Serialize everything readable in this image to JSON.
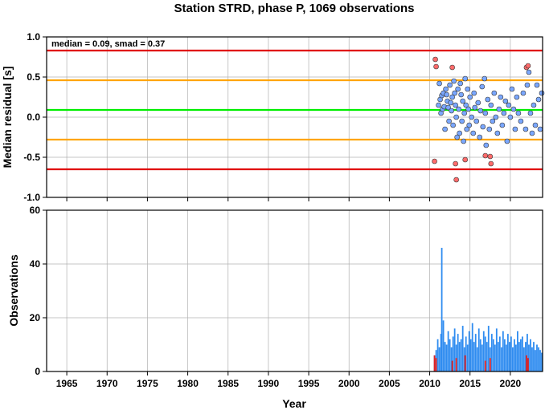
{
  "chart_data": [
    {
      "type": "scatter",
      "title": "Station STRD, phase P, 1069 observations",
      "ylabel": "Median residual [s]",
      "annotation": "median = 0.09, smad = 0.37",
      "xlim": [
        1962.5,
        2024
      ],
      "ylim": [
        -1.0,
        1.0
      ],
      "yticks": [
        "1.0",
        "0.5",
        "0.0",
        "-0.5",
        "-1.0"
      ],
      "ytick_values": [
        1.0,
        0.5,
        0.0,
        -0.5,
        -1.0
      ],
      "grid": true,
      "reference_lines": [
        {
          "y": 0.09,
          "color": "#00ee00",
          "role": "median"
        },
        {
          "y": 0.46,
          "color": "#ffa500",
          "role": "median + smad"
        },
        {
          "y": -0.28,
          "color": "#ffa500",
          "role": "median - smad"
        },
        {
          "y": 0.83,
          "color": "#e00000",
          "role": "median + 2 smad"
        },
        {
          "y": -0.65,
          "color": "#e00000",
          "role": "median - 2 smad"
        }
      ],
      "series": [
        {
          "role": "inlier",
          "color": "#7aa7ff",
          "points": [
            [
              2011.1,
              0.15
            ],
            [
              2011.2,
              0.42
            ],
            [
              2011.3,
              0.22
            ],
            [
              2011.4,
              0.05
            ],
            [
              2011.5,
              0.27
            ],
            [
              2011.6,
              0.1
            ],
            [
              2011.7,
              0.3
            ],
            [
              2011.8,
              0.13
            ],
            [
              2011.9,
              -0.15
            ],
            [
              2012.0,
              0.35
            ],
            [
              2012.1,
              0.28
            ],
            [
              2012.2,
              0.2
            ],
            [
              2012.3,
              0.12
            ],
            [
              2012.4,
              -0.05
            ],
            [
              2012.5,
              0.4
            ],
            [
              2012.6,
              0.18
            ],
            [
              2012.7,
              0.08
            ],
            [
              2012.8,
              0.25
            ],
            [
              2012.9,
              -0.1
            ],
            [
              2013.0,
              0.45
            ],
            [
              2013.1,
              0.3
            ],
            [
              2013.2,
              0.15
            ],
            [
              2013.3,
              0.0
            ],
            [
              2013.4,
              -0.25
            ],
            [
              2013.5,
              0.35
            ],
            [
              2013.6,
              0.1
            ],
            [
              2013.7,
              -0.2
            ],
            [
              2013.8,
              0.42
            ],
            [
              2013.9,
              0.28
            ],
            [
              2014.0,
              -0.05
            ],
            [
              2014.1,
              0.2
            ],
            [
              2014.2,
              -0.3
            ],
            [
              2014.3,
              0.05
            ],
            [
              2014.4,
              0.48
            ],
            [
              2014.5,
              0.15
            ],
            [
              2014.6,
              -0.15
            ],
            [
              2014.7,
              0.35
            ],
            [
              2014.8,
              0.1
            ],
            [
              2014.9,
              -0.1
            ],
            [
              2015.0,
              0.25
            ],
            [
              2015.2,
              0.0
            ],
            [
              2015.4,
              -0.2
            ],
            [
              2015.5,
              0.3
            ],
            [
              2015.6,
              0.12
            ],
            [
              2015.8,
              -0.05
            ],
            [
              2016.0,
              0.18
            ],
            [
              2016.2,
              -0.25
            ],
            [
              2016.3,
              0.08
            ],
            [
              2016.5,
              0.38
            ],
            [
              2016.6,
              -0.12
            ],
            [
              2016.8,
              0.48
            ],
            [
              2016.9,
              0.05
            ],
            [
              2017.0,
              -0.35
            ],
            [
              2017.2,
              0.22
            ],
            [
              2017.4,
              -0.15
            ],
            [
              2017.6,
              0.15
            ],
            [
              2017.8,
              -0.05
            ],
            [
              2018.0,
              0.3
            ],
            [
              2018.2,
              0.0
            ],
            [
              2018.4,
              -0.2
            ],
            [
              2018.6,
              0.1
            ],
            [
              2018.8,
              0.25
            ],
            [
              2019.0,
              -0.1
            ],
            [
              2019.2,
              0.05
            ],
            [
              2019.4,
              0.2
            ],
            [
              2019.6,
              -0.3
            ],
            [
              2019.8,
              0.15
            ],
            [
              2020.0,
              0.0
            ],
            [
              2020.2,
              0.35
            ],
            [
              2020.4,
              0.1
            ],
            [
              2020.6,
              -0.15
            ],
            [
              2020.8,
              0.25
            ],
            [
              2021.0,
              0.05
            ],
            [
              2021.3,
              -0.05
            ],
            [
              2021.6,
              0.3
            ],
            [
              2021.9,
              -0.15
            ],
            [
              2022.1,
              0.4
            ],
            [
              2022.3,
              0.56
            ],
            [
              2022.5,
              0.05
            ],
            [
              2022.7,
              -0.2
            ],
            [
              2022.9,
              0.15
            ],
            [
              2023.1,
              -0.1
            ],
            [
              2023.3,
              0.4
            ],
            [
              2023.5,
              0.22
            ],
            [
              2023.7,
              -0.15
            ],
            [
              2023.9,
              0.3
            ]
          ]
        },
        {
          "role": "outlier",
          "color": "#ff6b6b",
          "points": [
            [
              2010.7,
              0.72
            ],
            [
              2010.8,
              0.63
            ],
            [
              2010.6,
              -0.55
            ],
            [
              2012.8,
              0.62
            ],
            [
              2013.2,
              -0.58
            ],
            [
              2013.3,
              -0.78
            ],
            [
              2014.4,
              -0.53
            ],
            [
              2016.9,
              -0.48
            ],
            [
              2017.5,
              -0.49
            ],
            [
              2017.6,
              -0.58
            ],
            [
              2022.0,
              0.62
            ],
            [
              2022.2,
              0.64
            ]
          ]
        }
      ]
    },
    {
      "type": "bar",
      "ylabel": "Observations",
      "xlabel": "Year",
      "xlim": [
        1962.5,
        2024
      ],
      "ylim": [
        0,
        60
      ],
      "yticks": [
        "60",
        "40",
        "20",
        "0"
      ],
      "ytick_values": [
        60,
        40,
        20,
        0
      ],
      "xticks": [
        "1965",
        "1970",
        "1975",
        "1980",
        "1985",
        "1990",
        "1995",
        "2000",
        "2005",
        "2010",
        "2015",
        "2020"
      ],
      "xtick_values": [
        1965,
        1970,
        1975,
        1980,
        1985,
        1990,
        1995,
        2000,
        2005,
        2010,
        2015,
        2020
      ],
      "grid": true,
      "series": [
        {
          "role": "total",
          "color": "#2f8cf0",
          "x": [
            2010.6,
            2010.8,
            2011.0,
            2011.2,
            2011.4,
            2011.5,
            2011.7,
            2011.9,
            2012.1,
            2012.3,
            2012.5,
            2012.7,
            2012.9,
            2013.1,
            2013.3,
            2013.5,
            2013.7,
            2013.9,
            2014.1,
            2014.3,
            2014.5,
            2014.7,
            2014.9,
            2015.1,
            2015.3,
            2015.5,
            2015.7,
            2015.9,
            2016.1,
            2016.3,
            2016.5,
            2016.7,
            2016.9,
            2017.1,
            2017.3,
            2017.5,
            2017.7,
            2017.9,
            2018.1,
            2018.3,
            2018.5,
            2018.7,
            2018.9,
            2019.1,
            2019.3,
            2019.5,
            2019.7,
            2019.9,
            2020.1,
            2020.3,
            2020.5,
            2020.7,
            2020.9,
            2021.1,
            2021.3,
            2021.5,
            2021.7,
            2021.9,
            2022.1,
            2022.3,
            2022.5,
            2022.7,
            2022.9,
            2023.1,
            2023.3,
            2023.5,
            2023.7,
            2023.9
          ],
          "values": [
            6,
            8,
            12,
            9,
            14,
            46,
            19,
            11,
            10,
            15,
            12,
            9,
            13,
            16,
            10,
            14,
            11,
            12,
            17,
            9,
            13,
            10,
            15,
            12,
            18,
            11,
            14,
            9,
            16,
            12,
            10,
            15,
            13,
            11,
            17,
            9,
            14,
            12,
            10,
            16,
            11,
            13,
            9,
            15,
            12,
            10,
            14,
            11,
            13,
            9,
            12,
            10,
            15,
            11,
            12,
            13,
            9,
            11,
            14,
            10,
            12,
            9,
            11,
            8,
            10,
            9,
            8,
            7
          ]
        },
        {
          "role": "outlier",
          "color": "#e02020",
          "x": [
            2010.6,
            2010.8,
            2012.8,
            2013.3,
            2014.4,
            2016.9,
            2017.5,
            2022.0,
            2022.2
          ],
          "values": [
            6,
            5,
            4,
            5,
            6,
            4,
            5,
            6,
            5
          ]
        }
      ]
    }
  ]
}
